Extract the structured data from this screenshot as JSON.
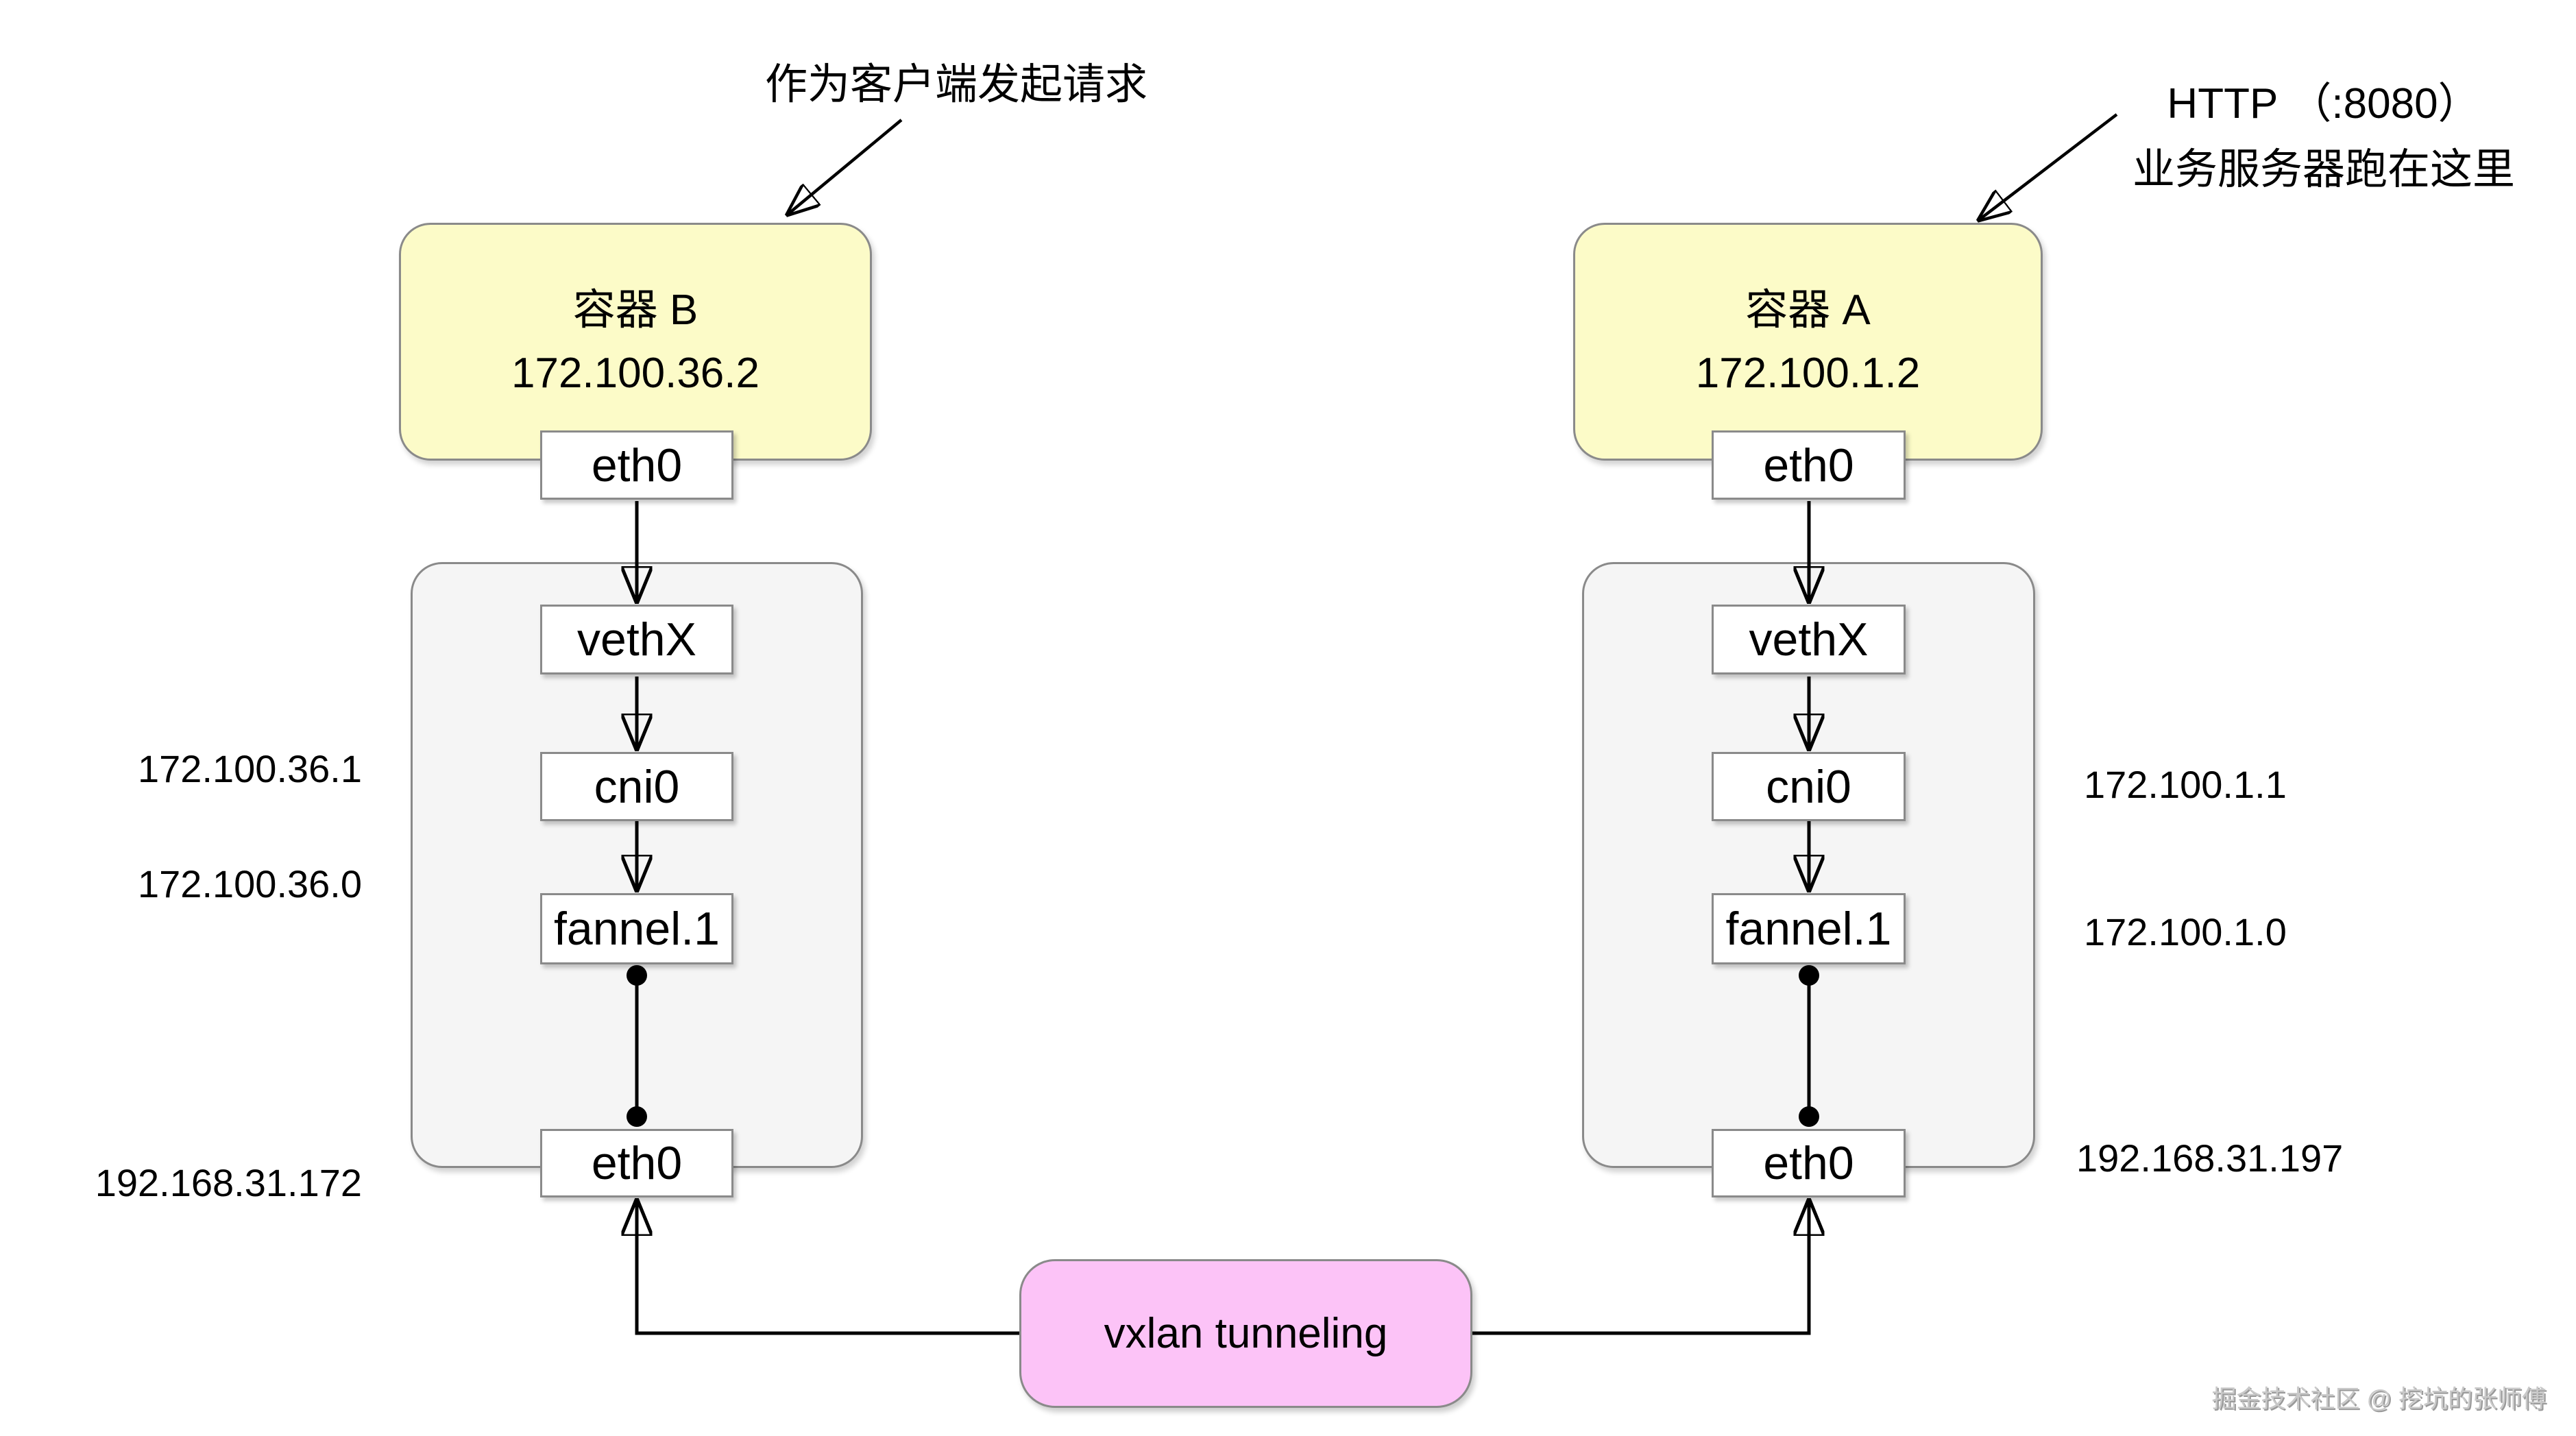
{
  "colors": {
    "container-fill": "#fcfbc8",
    "host-fill": "#f5f5f5",
    "node-fill": "#ffffff",
    "tunnel-fill": "#fcc3f7",
    "border": "#8a8a8a",
    "line": "#000000",
    "text": "#000000",
    "watermark": "#c9c9c9"
  },
  "annotations": {
    "client": {
      "text": "作为客户端发起请求"
    },
    "server": {
      "line1": "HTTP （:8080）",
      "line2": "业务服务器跑在这里"
    }
  },
  "node_b": {
    "title": "容器 B",
    "ip": "172.100.36.2",
    "container_eth": "eth0",
    "veth": "vethX",
    "bridge": "cni0",
    "vtep": "fannel.1",
    "host_eth": "eth0",
    "bridge_ip": "172.100.36.1",
    "vtep_ip": "172.100.36.0",
    "host_ip": "192.168.31.172"
  },
  "node_a": {
    "title": "容器 A",
    "ip": "172.100.1.2",
    "container_eth": "eth0",
    "veth": "vethX",
    "bridge": "cni0",
    "vtep": "fannel.1",
    "host_eth": "eth0",
    "bridge_ip": "172.100.1.1",
    "vtep_ip": "172.100.1.0",
    "host_ip": "192.168.31.197"
  },
  "tunnel": {
    "label": "vxlan tunneling"
  },
  "watermark": {
    "text": "掘金技术社区 @ 挖坑的张师傅"
  }
}
